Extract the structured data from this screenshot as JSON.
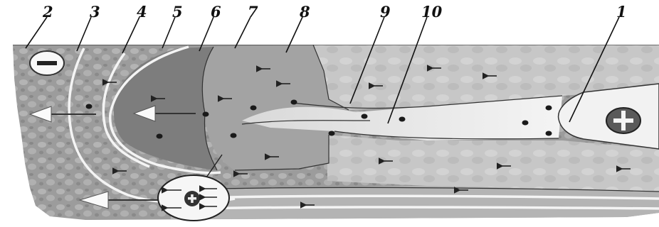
{
  "labels": {
    "l1": "1",
    "l2": "2",
    "l3": "3",
    "l4": "4",
    "l5": "5",
    "l6": "6",
    "l7": "7",
    "l8": "8",
    "l9": "9",
    "l10": "10"
  },
  "symbols": {
    "minus": "minus-sign",
    "plus": "plus-sign",
    "inset_plus": "plus-sign"
  },
  "colors": {
    "background": "#ffffff",
    "light_gray": "#c9c9c9",
    "medium_gray": "#a9a9a9",
    "dark_gray": "#7a7a7a",
    "channel": "#e6e6e6",
    "outline": "#111111"
  }
}
